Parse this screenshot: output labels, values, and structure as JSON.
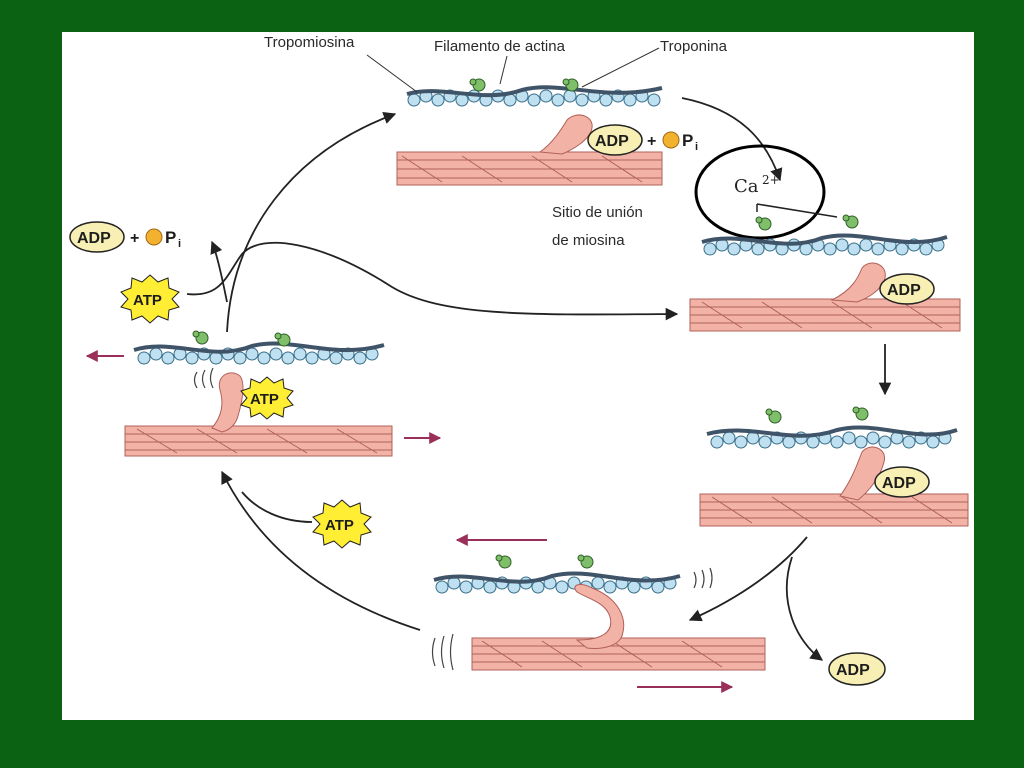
{
  "labels": {
    "tropomyosin": "Tropomiosina",
    "actin_filament": "Filamento de actina",
    "troponin": "Troponina",
    "binding_site_line1": "Sitio de unión",
    "binding_site_line2": "de miosina",
    "calcium": "Ca",
    "calcium_charge": "2+"
  },
  "badges": {
    "adp": "ADP",
    "atp": "ATP",
    "plus": "+",
    "phosphate": "P",
    "phosphate_sub": "i"
  },
  "colors": {
    "background": "#0b6212",
    "panel": "#ffffff",
    "actin_bead": "#bfe0f0",
    "tropomyosin": "#3f5468",
    "troponin": "#7fbf6a",
    "myosin": "#f2b3a6",
    "myosin_stroke": "#b0605a",
    "adp_badge": "#f7efb3",
    "atp_badge": "#ffee33",
    "phosphate": "#f2b230",
    "arrow": "#222222",
    "motion_arrow": "#9a2f5a",
    "highlight_ring": "#000000"
  },
  "icons": [
    "motion-arrow-left",
    "motion-arrow-right",
    "cycle-arrow",
    "highlight-circle",
    "vibration-lines"
  ]
}
